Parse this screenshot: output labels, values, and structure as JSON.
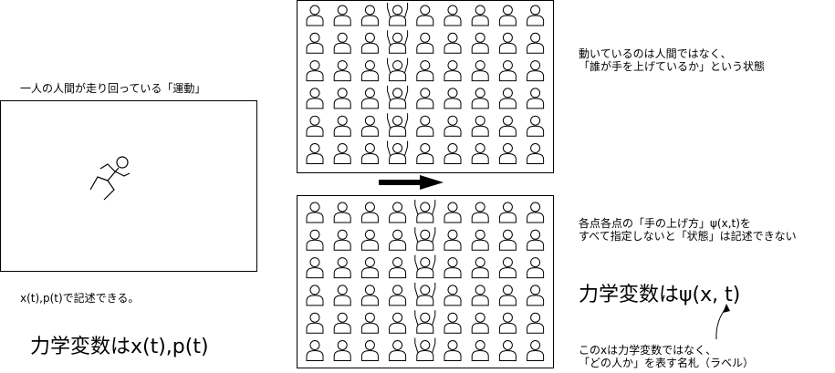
{
  "left": {
    "caption": "一人の人間が走り回っている「運動」",
    "note": "x(t),p(t)で記述できる。",
    "variables": "力学変数はx(t),p(t)"
  },
  "right": {
    "top_note_line1": "動いているのは人間ではなく、",
    "top_note_line2": "「誰が手を上げているか」という状態",
    "bottom_note_line1": "各点各点の「手の上げ方」ψ(x,t)を",
    "bottom_note_line2": "すべて指定しないと「状態」は記述できない",
    "variables": "力学変数はψ(x, t)",
    "label_note_line1": "このxは力学変数ではなく、",
    "label_note_line2": "「どの人か」を表す名札（ラベル）"
  },
  "crowd": {
    "cols": 9,
    "rows": 6,
    "top_raised_col": 3,
    "bottom_raised_col": 4
  },
  "icons": {
    "runner": "running-person-icon",
    "person": "person-icon",
    "arrow": "right-arrow-icon"
  }
}
